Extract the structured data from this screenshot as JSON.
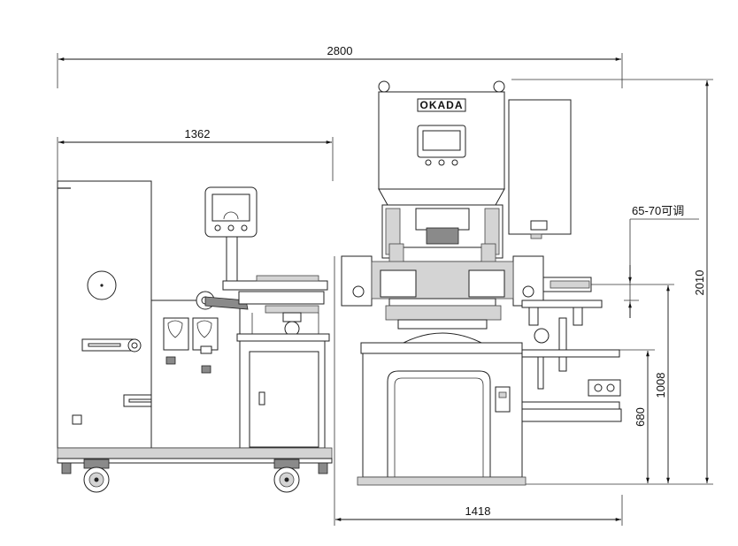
{
  "brand_label": "OKADA",
  "dimensions": {
    "overall_width": "2800",
    "left_unit_width": "1362",
    "press_width": "1418",
    "overall_height": "2010",
    "feed_height": "1008",
    "table_height": "680",
    "adjustable_range": "65-70可调"
  },
  "colors": {
    "line": "#222222",
    "panel_fill": "#d4d4d4",
    "dark_fill": "#8a8a8a"
  }
}
